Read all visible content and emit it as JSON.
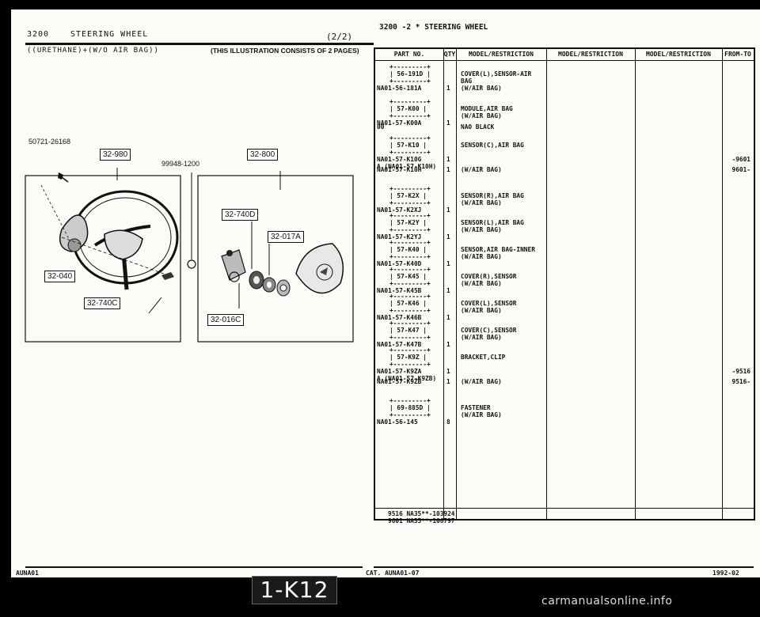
{
  "left": {
    "section_code": "3200",
    "section_name": "STEERING WHEEL",
    "page_of": "(2/2)",
    "subtitle": "((URETHANE)+(W/O AIR BAG))",
    "note": "(THIS ILLUSTRATION CONSISTS OF 2 PAGES)",
    "part_callouts": [
      "50721-26168",
      "99948-1200"
    ],
    "tags": [
      "32-980",
      "32-800",
      "32-740D",
      "32-017A",
      "32-040",
      "32-740C",
      "32-016C"
    ]
  },
  "right": {
    "title": "3200 -2 * STEERING WHEEL",
    "headers": [
      "PART NO.",
      "QTY",
      "MODEL/RESTRICTION",
      "MODEL/RESTRICTION",
      "MODEL/RESTRICTION",
      "FROM-TO"
    ],
    "rows": [
      {
        "box": "56-191D",
        "part": "NA01-56-181A",
        "qty": "1",
        "desc": [
          "COVER(L),SENSOR-AIR",
          "BAG",
          "(W/AIR BAG)"
        ],
        "from_to": ""
      },
      {
        "box": "57-K00",
        "part": "NA01-57-K00A",
        "qty": "1",
        "desc": [
          "MODULE,AIR BAG",
          "(W/AIR BAG)"
        ],
        "from_to": ""
      },
      {
        "box": "",
        "part": "00",
        "qty": "",
        "desc": [
          "NAO BLACK"
        ],
        "from_to": ""
      },
      {
        "box": "57-K10",
        "part": "NA01-57-K10G",
        "qty": "1",
        "alt": "A (NA01-57-K10H)",
        "desc": [
          "SENSOR(C),AIR BAG"
        ],
        "from_to": "-9601"
      },
      {
        "box": "",
        "part": "NA01-57-K10H",
        "qty": "1",
        "desc": [
          "(W/AIR BAG)"
        ],
        "from_to": "9601-"
      },
      {
        "box": "57-K2X",
        "part": "NA01-57-K2XJ",
        "qty": "1",
        "desc": [
          "SENSOR(R),AIR BAG",
          "(W/AIR BAG)"
        ],
        "from_to": ""
      },
      {
        "box": "57-K2Y",
        "part": "NA01-57-K2YJ",
        "qty": "1",
        "desc": [
          "SENSOR(L),AIR BAG",
          "(W/AIR BAG)"
        ],
        "from_to": ""
      },
      {
        "box": "57-K40",
        "part": "NA01-57-K40D",
        "qty": "1",
        "desc": [
          "SENSOR,AIR BAG-INNER",
          "(W/AIR BAG)"
        ],
        "from_to": ""
      },
      {
        "box": "57-K45",
        "part": "NA01-57-K45B",
        "qty": "1",
        "desc": [
          "COVER(R),SENSOR",
          "(W/AIR BAG)"
        ],
        "from_to": ""
      },
      {
        "box": "57-K46",
        "part": "NA01-57-K46B",
        "qty": "1",
        "desc": [
          "COVER(L),SENSOR",
          "(W/AIR BAG)"
        ],
        "from_to": ""
      },
      {
        "box": "57-K47",
        "part": "NA01-57-K47B",
        "qty": "1",
        "desc": [
          "COVER(C),SENSOR",
          "(W/AIR BAG)"
        ],
        "from_to": ""
      },
      {
        "box": "57-K9Z",
        "part": "NA01-57-K9ZA",
        "qty": "1",
        "alt": "A (NA01-57-K9ZB)",
        "desc": [
          "BRACKET,CLIP"
        ],
        "from_to": "-9516"
      },
      {
        "box": "",
        "part": "NA01-57-K9ZB",
        "qty": "1",
        "desc": [
          "(W/AIR BAG)"
        ],
        "from_to": "9516-"
      },
      {
        "box": "69-885D",
        "part": "NA01-56-145",
        "qty": "8",
        "desc": [
          "FASTENER",
          "(W/AIR BAG)"
        ],
        "from_to": ""
      }
    ],
    "serials": [
      "9516 NA35**-103924",
      "9601 NA35**-106797"
    ]
  },
  "footer": {
    "left_code": "AUNA01",
    "catalog": "CAT. AUNA01-07",
    "date": "1992-02",
    "page_badge": "1-K12",
    "watermark": "carmanualsonline.info"
  }
}
